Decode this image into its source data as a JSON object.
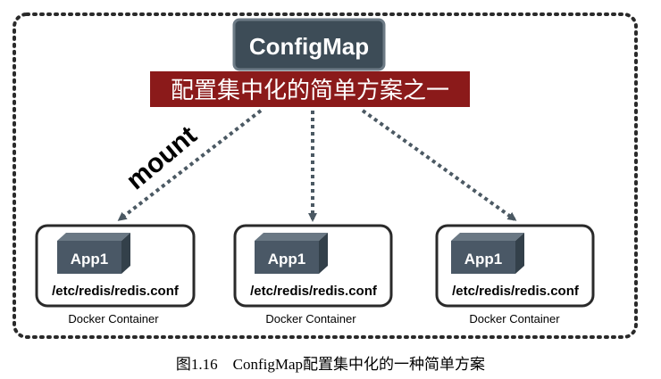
{
  "configmap": {
    "title": "ConfigMap",
    "subtitle": "配置集中化的简单方案之一",
    "mount_label": "mount"
  },
  "containers": [
    {
      "app": "App1",
      "path": "/etc/redis/redis.conf",
      "label": "Docker Container"
    },
    {
      "app": "App1",
      "path": "/etc/redis/redis.conf",
      "label": "Docker Container"
    },
    {
      "app": "App1",
      "path": "/etc/redis/redis.conf",
      "label": "Docker Container"
    }
  ],
  "caption": "图1.16　ConfigMap配置集中化的一种简单方案",
  "colors": {
    "configmap_box": "#3d4c57",
    "subtitle_bg": "#8b1a1a",
    "arrow": "#4b5963",
    "cube": "#4a5866",
    "border": "#2a2a2a"
  },
  "icons": {
    "app_cube": "cube-icon",
    "arrow": "dotted-arrow-icon"
  }
}
